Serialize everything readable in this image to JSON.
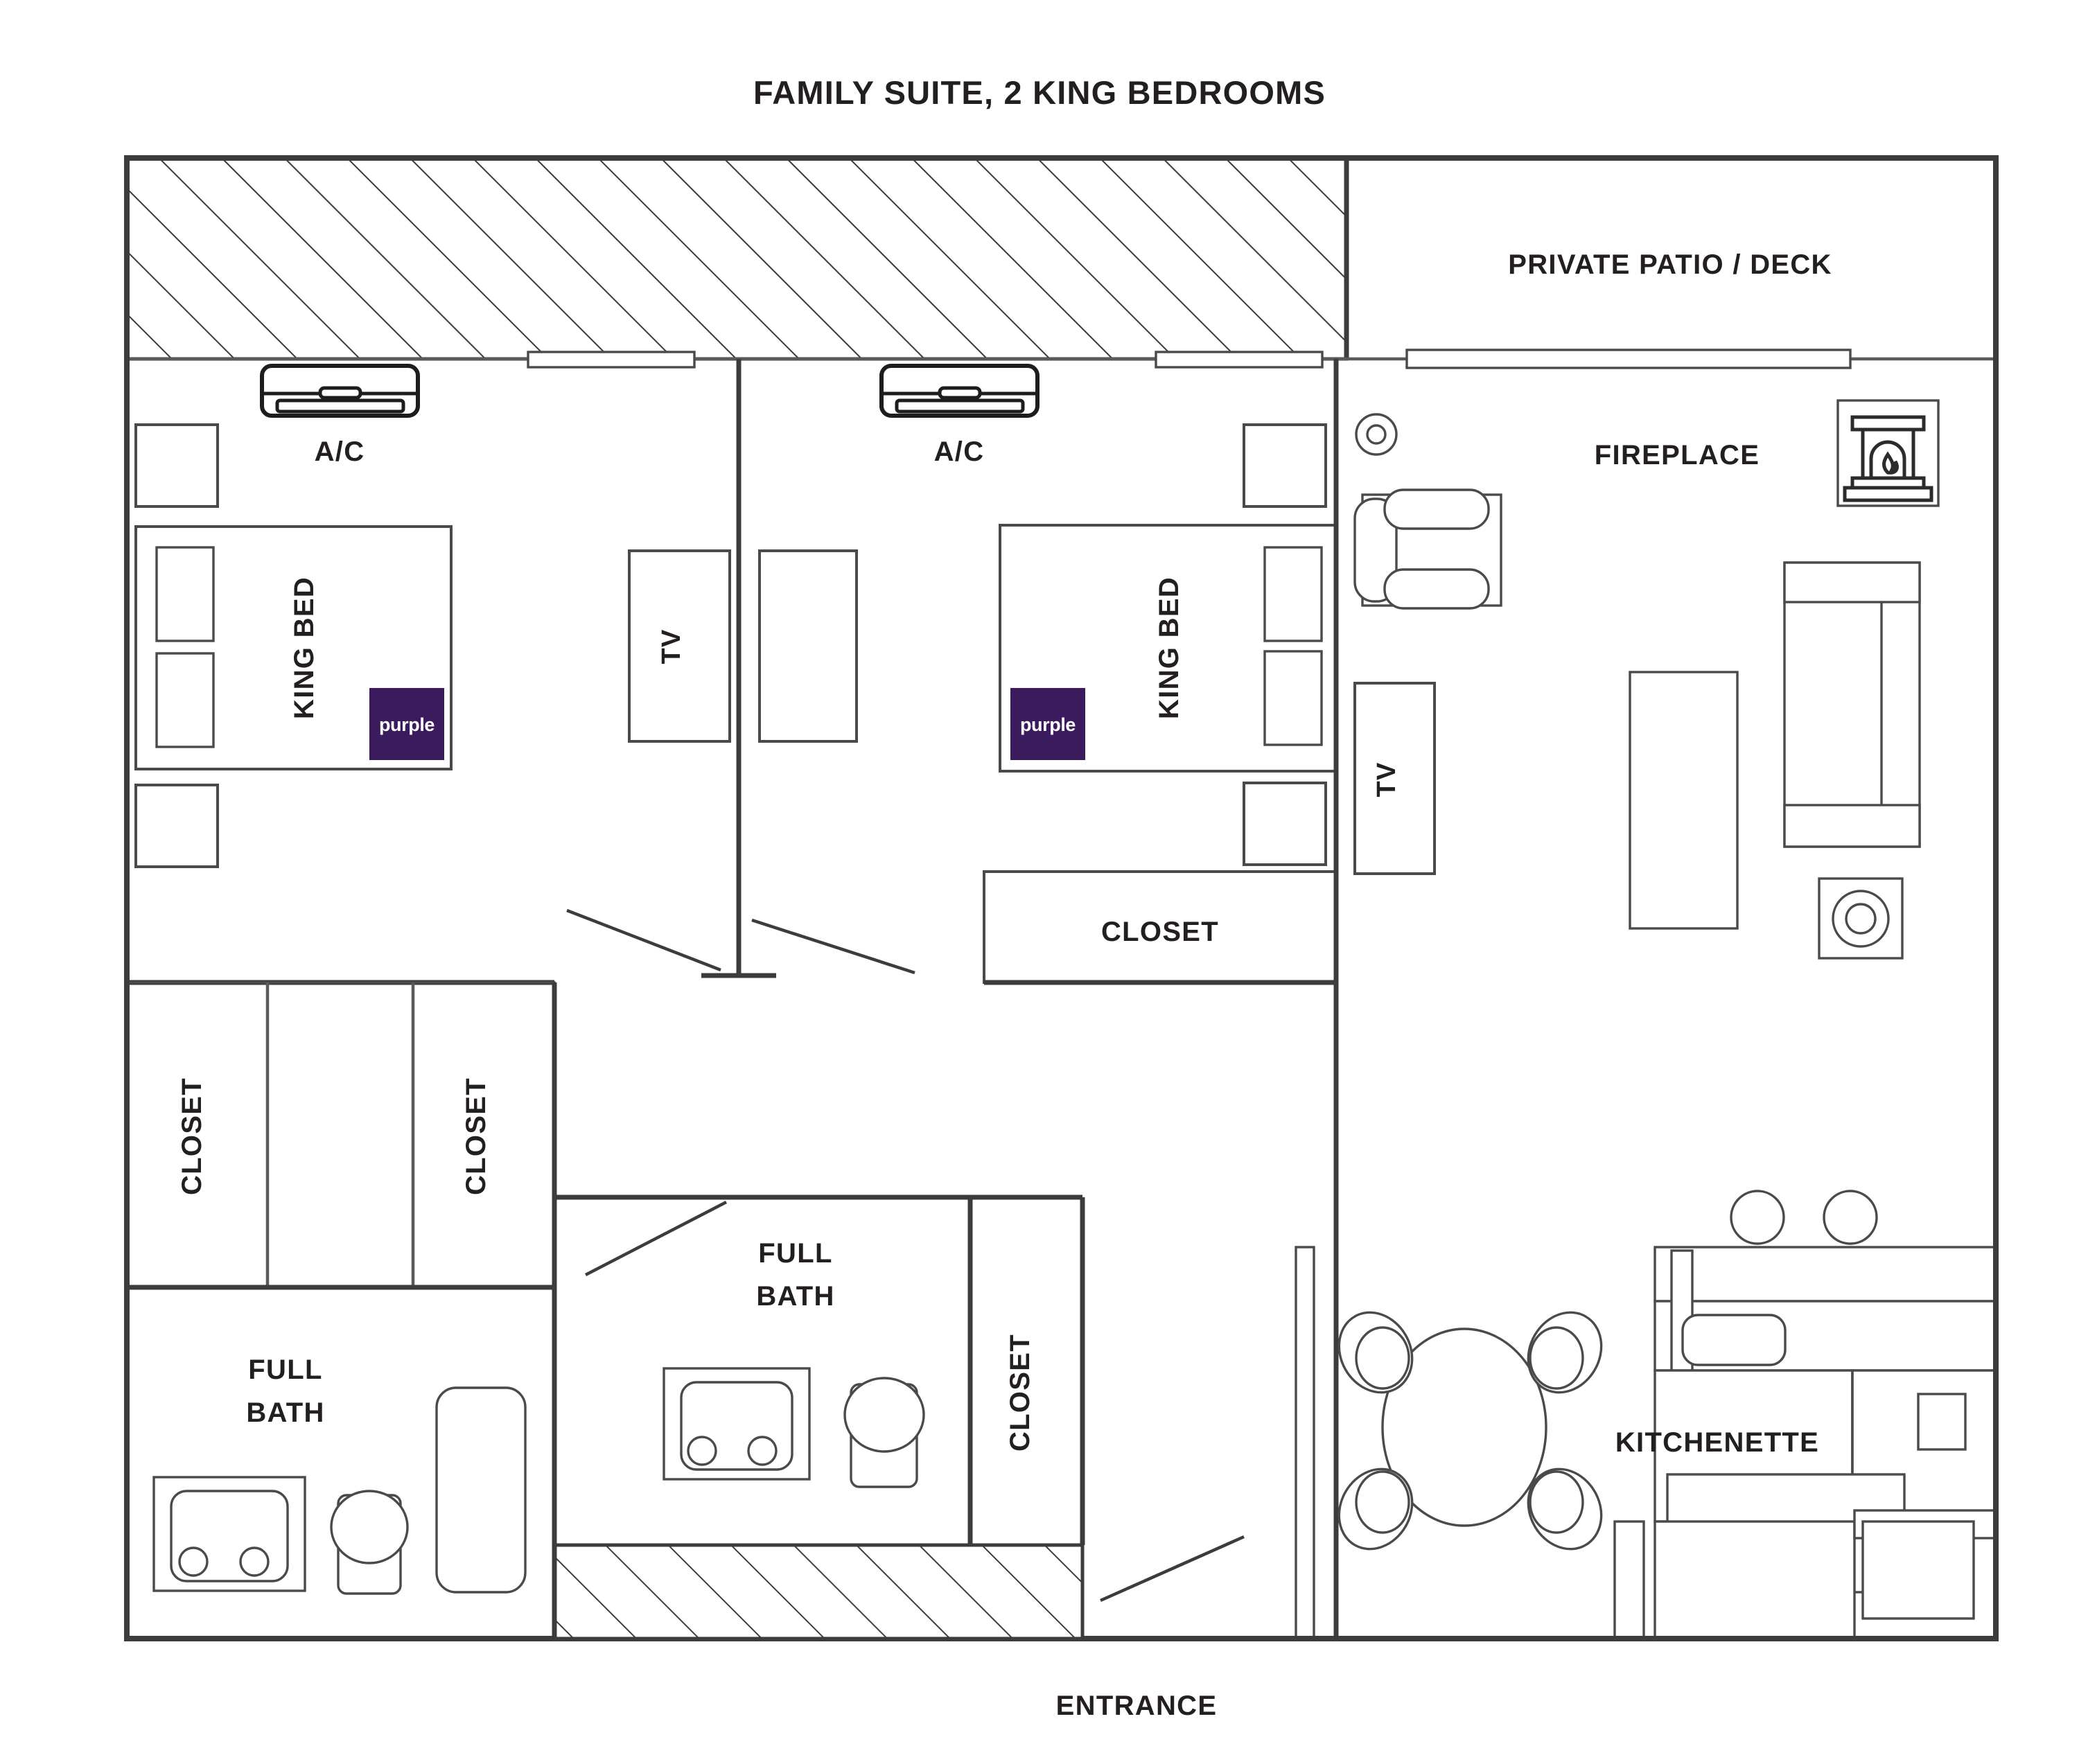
{
  "title": "FAMILY SUITE, 2 KING BEDROOMS",
  "colors": {
    "brand_purple": "#3B1A5E",
    "line": "#3c3c3c",
    "text": "#231f20",
    "background": "#ffffff"
  },
  "labels": {
    "ac_left": "A/C",
    "ac_right": "A/C",
    "king_bed_left": "KING BED",
    "king_bed_right": "KING BED",
    "brand_left": "purple",
    "brand_right": "purple",
    "tv_bedroom_left": "TV",
    "tv_living": "TV",
    "closet_bed_right": "CLOSET",
    "closet_hall_left": "CLOSET",
    "closet_hall_right": "CLOSET",
    "closet_bath_right": "CLOSET",
    "full_bath_left": "FULL\nBATH",
    "full_bath_left_line1": "FULL",
    "full_bath_left_line2": "BATH",
    "full_bath_mid_line1": "FULL",
    "full_bath_mid_line2": "BATH",
    "private_patio_deck": "PRIVATE PATIO / DECK",
    "fireplace": "FIREPLACE",
    "kitchenette": "KITCHENETTE",
    "entrance": "ENTRANCE"
  },
  "icons": {
    "ac_unit": "air-conditioner-icon",
    "fireplace": "fireplace-icon",
    "bed": "bed-icon",
    "toilet": "toilet-icon",
    "sink": "sink-icon",
    "bathtub": "bathtub-icon",
    "dining_table": "round-table-icon",
    "dining_chair": "chair-icon",
    "sofa": "sofa-icon",
    "armchair": "armchair-icon",
    "lamp_table": "side-table-lamp-icon",
    "stove_burner": "stove-burner-icon",
    "door_swing": "door-swing-icon",
    "window": "window-icon"
  },
  "rooms": [
    {
      "name": "bedroom-left",
      "label": "KING BED"
    },
    {
      "name": "bedroom-right",
      "label": "KING BED"
    },
    {
      "name": "living-room",
      "label": "FIREPLACE"
    },
    {
      "name": "kitchenette",
      "label": "KITCHENETTE"
    },
    {
      "name": "bathroom-left",
      "label": "FULL BATH"
    },
    {
      "name": "bathroom-middle",
      "label": "FULL BATH"
    },
    {
      "name": "patio",
      "label": "PRIVATE PATIO / DECK"
    }
  ]
}
